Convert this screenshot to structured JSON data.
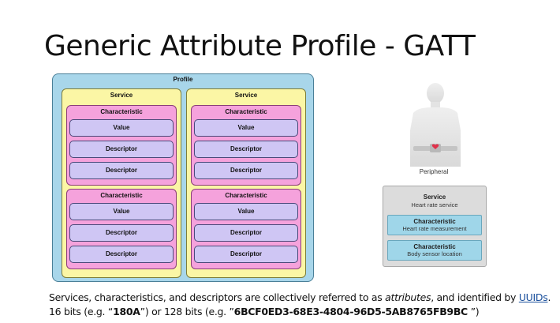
{
  "title": "Generic Attribute Profile - GATT",
  "diagram": {
    "profile_label": "Profile",
    "service_label": "Service",
    "characteristic_label": "Characteristic",
    "value_label": "Value",
    "descriptor_label": "Descriptor"
  },
  "example": {
    "peripheral_label": "Peripheral",
    "service_title": "Service",
    "service_subtitle": "Heart rate service",
    "characteristics": [
      {
        "title": "Characteristic",
        "subtitle": "Heart rate measurement"
      },
      {
        "title": "Characteristic",
        "subtitle": "Body sensor location"
      }
    ]
  },
  "caption": {
    "line1_a": "Services, characteristics, and descriptors are collectively referred to as ",
    "line1_em": "attributes",
    "line1_b": ", and identified by ",
    "line1_link": "UUIDs",
    "line1_end": ".",
    "line2_a": "16 bits (e.g. “",
    "line2_b1": "180A",
    "line2_c": "”) or 128 bits (e.g. ”",
    "line2_b2": "6BCF0ED3-68E3-4804-96D5-5AB8765FB9BC",
    "line2_d": " ”)"
  },
  "colors": {
    "profile": "#a8d6ea",
    "service": "#fbf6a5",
    "characteristic": "#f5a2dc",
    "attribute": "#cfc6f4",
    "example_box": "#dcdcdc",
    "example_characteristic": "#9fd6e9",
    "heart": "#e0314a"
  }
}
